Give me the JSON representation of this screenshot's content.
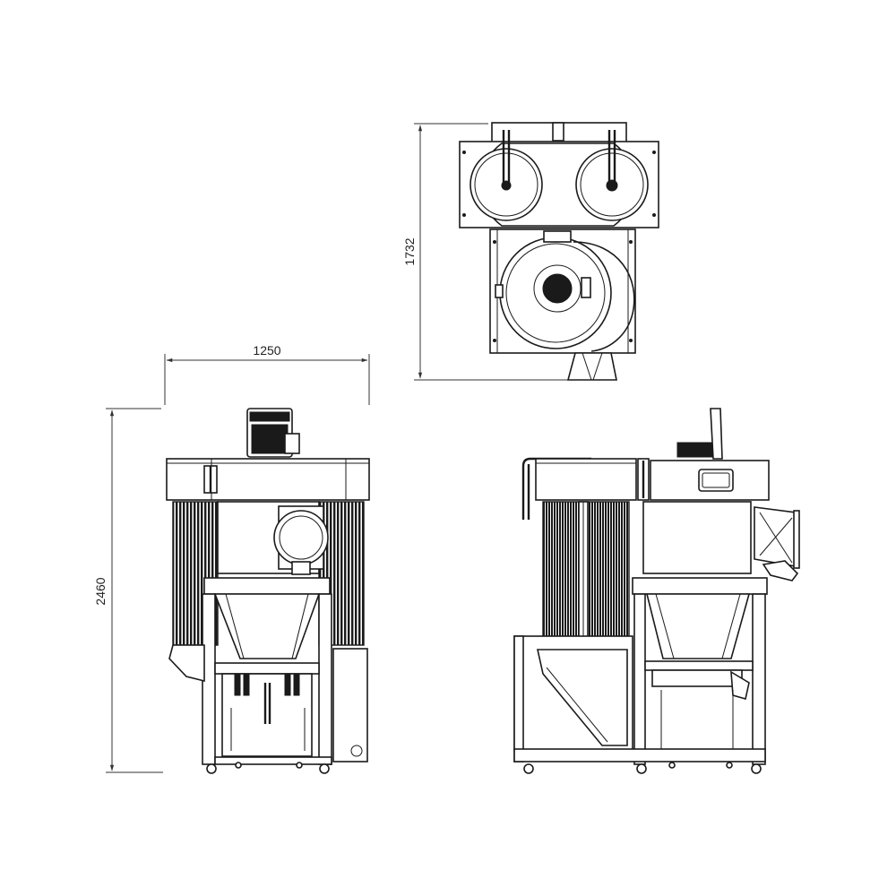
{
  "drawing": {
    "dimensions": {
      "top_view_depth": "1732",
      "front_view_width": "1250",
      "front_view_height": "2460"
    },
    "colors": {
      "line": "#1a1a1a",
      "background": "#ffffff",
      "dimension_line": "#333333"
    }
  }
}
